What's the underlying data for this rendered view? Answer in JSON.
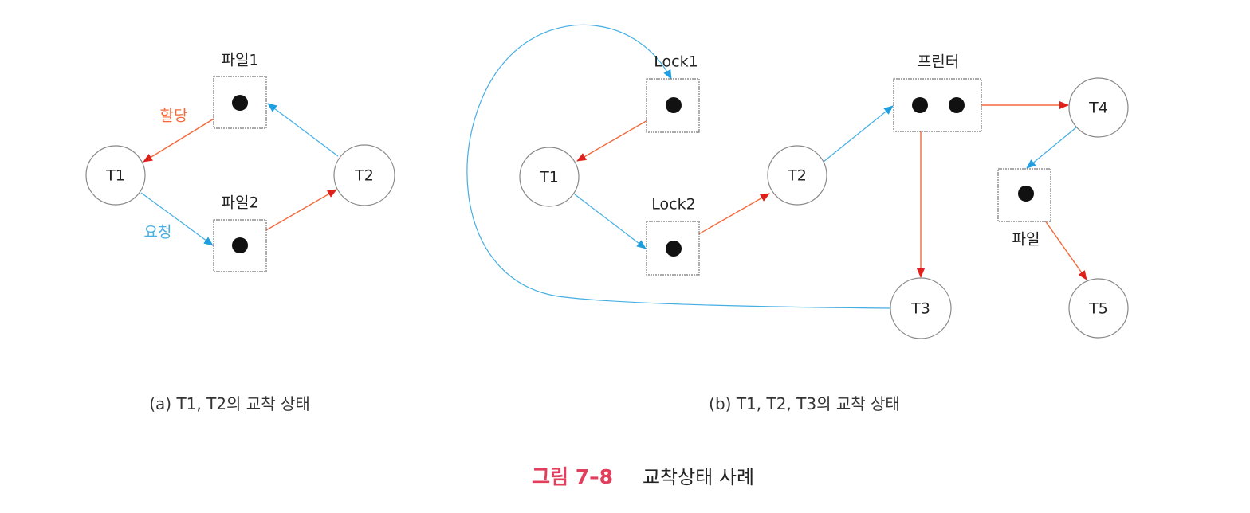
{
  "colors": {
    "allocation": "#f26a3c",
    "request": "#45aee3",
    "title_accent": "#e23f5c"
  },
  "panel_a": {
    "resources": [
      "파일1",
      "파일2"
    ],
    "processes": [
      "T1",
      "T2"
    ],
    "legend_allocation": "할당",
    "legend_request": "요청",
    "caption": "(a) T1, T2의 교착 상태"
  },
  "panel_b": {
    "resources": [
      "Lock1",
      "Lock2",
      "프린터",
      "파일"
    ],
    "processes": [
      "T1",
      "T2",
      "T3",
      "T4",
      "T5"
    ],
    "caption": "(b) T1, T2, T3의 교착 상태"
  },
  "figure": {
    "number": "그림 7–8",
    "title": "교착상태 사례"
  }
}
